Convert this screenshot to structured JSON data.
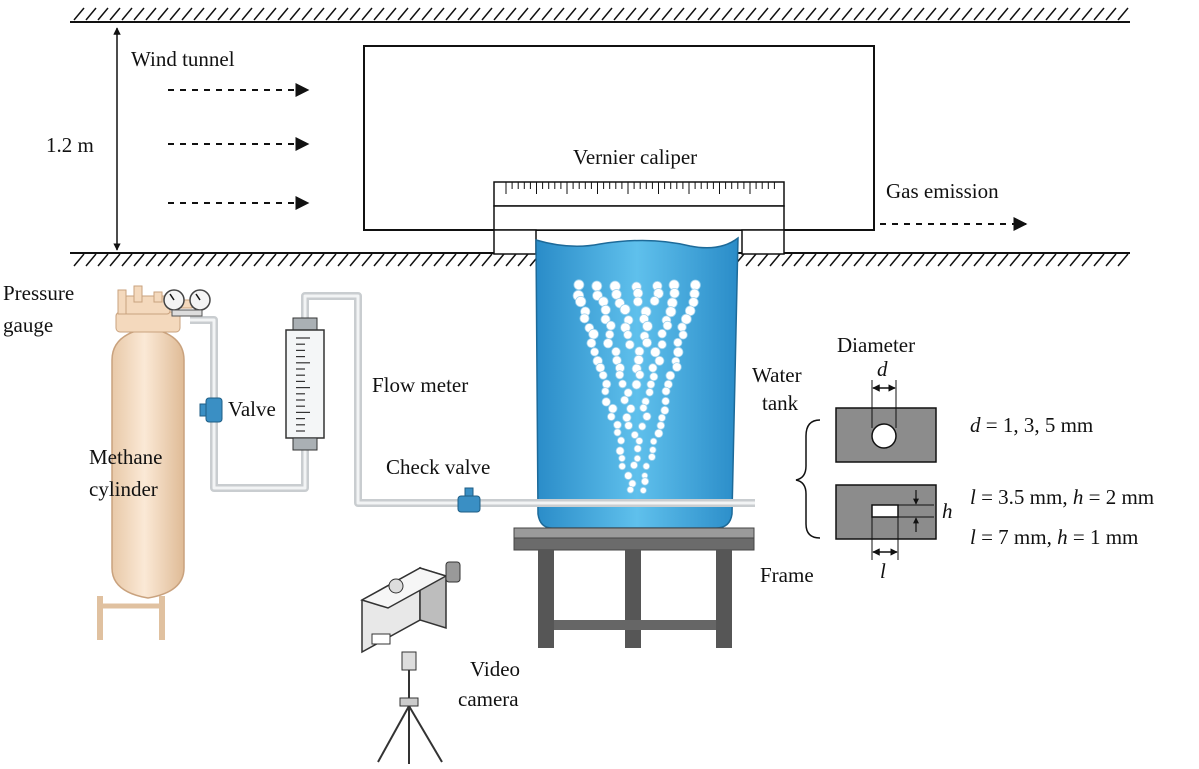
{
  "labels": {
    "wind_tunnel": "Wind tunnel",
    "height": "1.2 m",
    "vernier_caliper": "Vernier caliper",
    "gas_emission": "Gas emission",
    "pressure_gauge_1": "Pressure",
    "pressure_gauge_2": "gauge",
    "methane_cylinder_1": "Methane",
    "methane_cylinder_2": "cylinder",
    "valve": "Valve",
    "flow_meter": "Flow meter",
    "check_valve": "Check valve",
    "water_tank_1": "Water",
    "water_tank_2": "tank",
    "frame": "Frame",
    "video_camera_1": "Video",
    "video_camera_2": "camera",
    "diameter": "Diameter",
    "d_symbol": "d",
    "l_symbol": "l",
    "h_symbol": "h"
  },
  "specs": {
    "circle": {
      "var": "d",
      "text": " = 1, 3, 5 mm"
    },
    "slot_1": {
      "l_var": "l",
      "l_text": " = 3.5 mm, ",
      "h_var": "h",
      "h_text": " = 2 mm"
    },
    "slot_2": {
      "l_var": "l",
      "l_text": " = 7 mm, ",
      "h_var": "h",
      "h_text": " = 1 mm"
    }
  },
  "colors": {
    "water": "#3aa6dc",
    "cylinder": "#f2d9bf",
    "pipe": "#d6dadd",
    "orifice_plate": "#8c8c8c",
    "frame": "#565656"
  }
}
